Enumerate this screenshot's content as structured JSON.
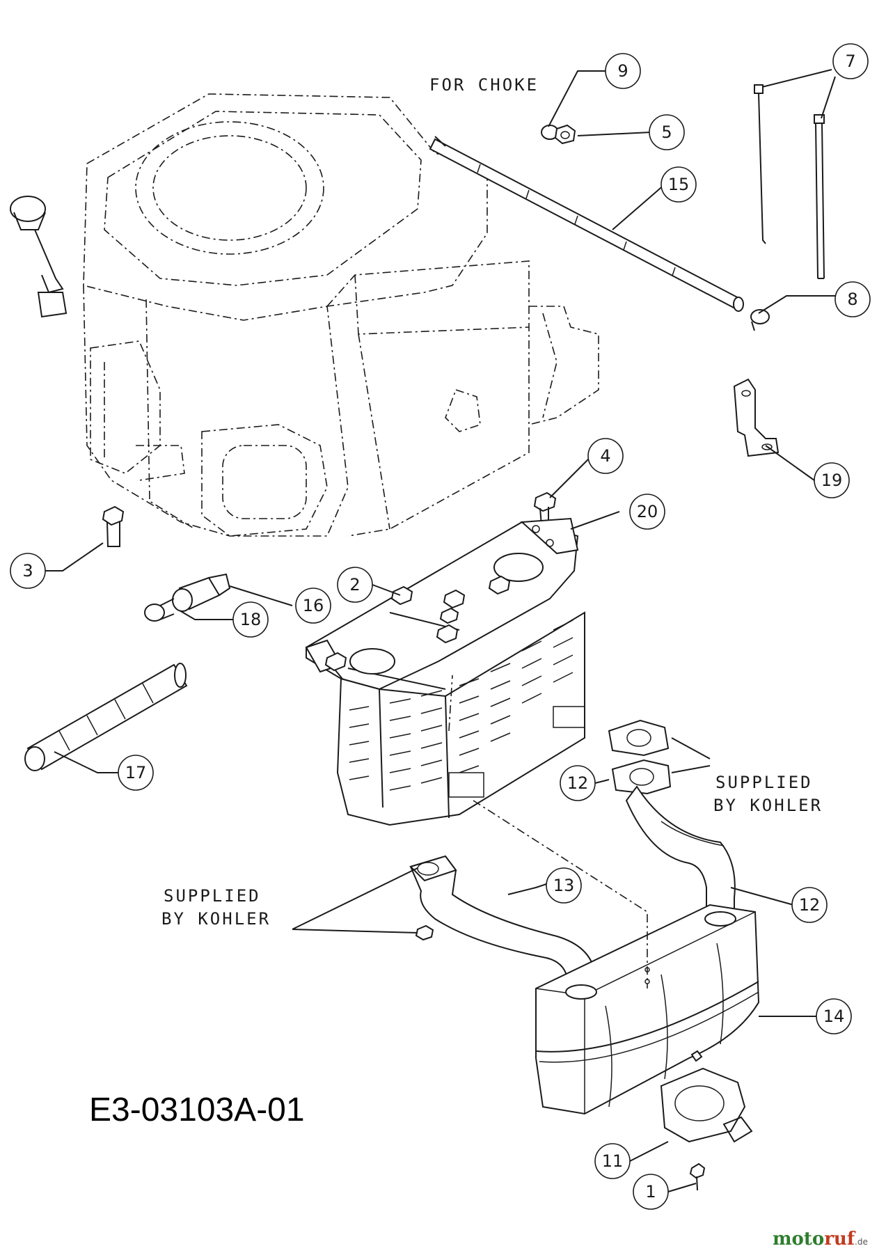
{
  "drawing_number": "E3-03103A-01",
  "notes": {
    "for_choke": "FOR CHOKE",
    "supplied_kohler_right_line1": "SUPPLIED",
    "supplied_kohler_right_line2": "BY KOHLER",
    "supplied_kohler_left_line1": "SUPPLIED",
    "supplied_kohler_left_line2": "BY KOHLER"
  },
  "callouts": [
    {
      "id": "9",
      "label": "9"
    },
    {
      "id": "5",
      "label": "5"
    },
    {
      "id": "15",
      "label": "15"
    },
    {
      "id": "7",
      "label": "7"
    },
    {
      "id": "8",
      "label": "8"
    },
    {
      "id": "19",
      "label": "19"
    },
    {
      "id": "4",
      "label": "4"
    },
    {
      "id": "20",
      "label": "20"
    },
    {
      "id": "2",
      "label": "2"
    },
    {
      "id": "3",
      "label": "3"
    },
    {
      "id": "16",
      "label": "16"
    },
    {
      "id": "18",
      "label": "18"
    },
    {
      "id": "17",
      "label": "17"
    },
    {
      "id": "12a",
      "label": "12"
    },
    {
      "id": "12b",
      "label": "12"
    },
    {
      "id": "13",
      "label": "13"
    },
    {
      "id": "14",
      "label": "14"
    },
    {
      "id": "11",
      "label": "11"
    },
    {
      "id": "1",
      "label": "1"
    }
  ],
  "watermark": {
    "part1": "moto",
    "part2": "ruf",
    "suffix": ".de"
  }
}
